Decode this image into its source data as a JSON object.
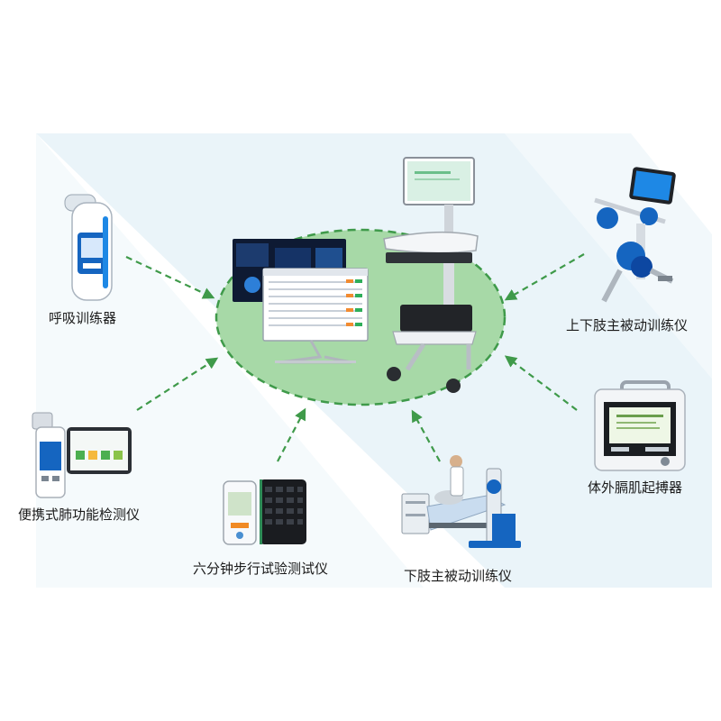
{
  "colors": {
    "hub_fill": "#a7d9a7",
    "hub_border": "#3f9a4a",
    "arrow": "#3f9a4a",
    "device_blue": "#1565c0",
    "background_tint": "#e8f3f8"
  },
  "center": {
    "devices": [
      "monitor-dashboard-icon",
      "cart-workstation-icon"
    ]
  },
  "devices": [
    {
      "id": "breathing",
      "label": "呼吸训练器",
      "icon": "breathing-trainer-icon"
    },
    {
      "id": "spirometer",
      "label": "便携式肺功能检测仪",
      "icon": "portable-spirometer-icon"
    },
    {
      "id": "walktest",
      "label": "六分钟步行试验测试仪",
      "icon": "six-minute-walk-tester-icon"
    },
    {
      "id": "lowerlimb",
      "label": "下肢主被动训练仪",
      "icon": "lower-limb-trainer-icon"
    },
    {
      "id": "diaphragm",
      "label": "体外膈肌起搏器",
      "icon": "diaphragm-pacer-icon"
    },
    {
      "id": "upperlower",
      "label": "上下肢主被动训练仪",
      "icon": "upper-lower-limb-trainer-icon"
    }
  ]
}
